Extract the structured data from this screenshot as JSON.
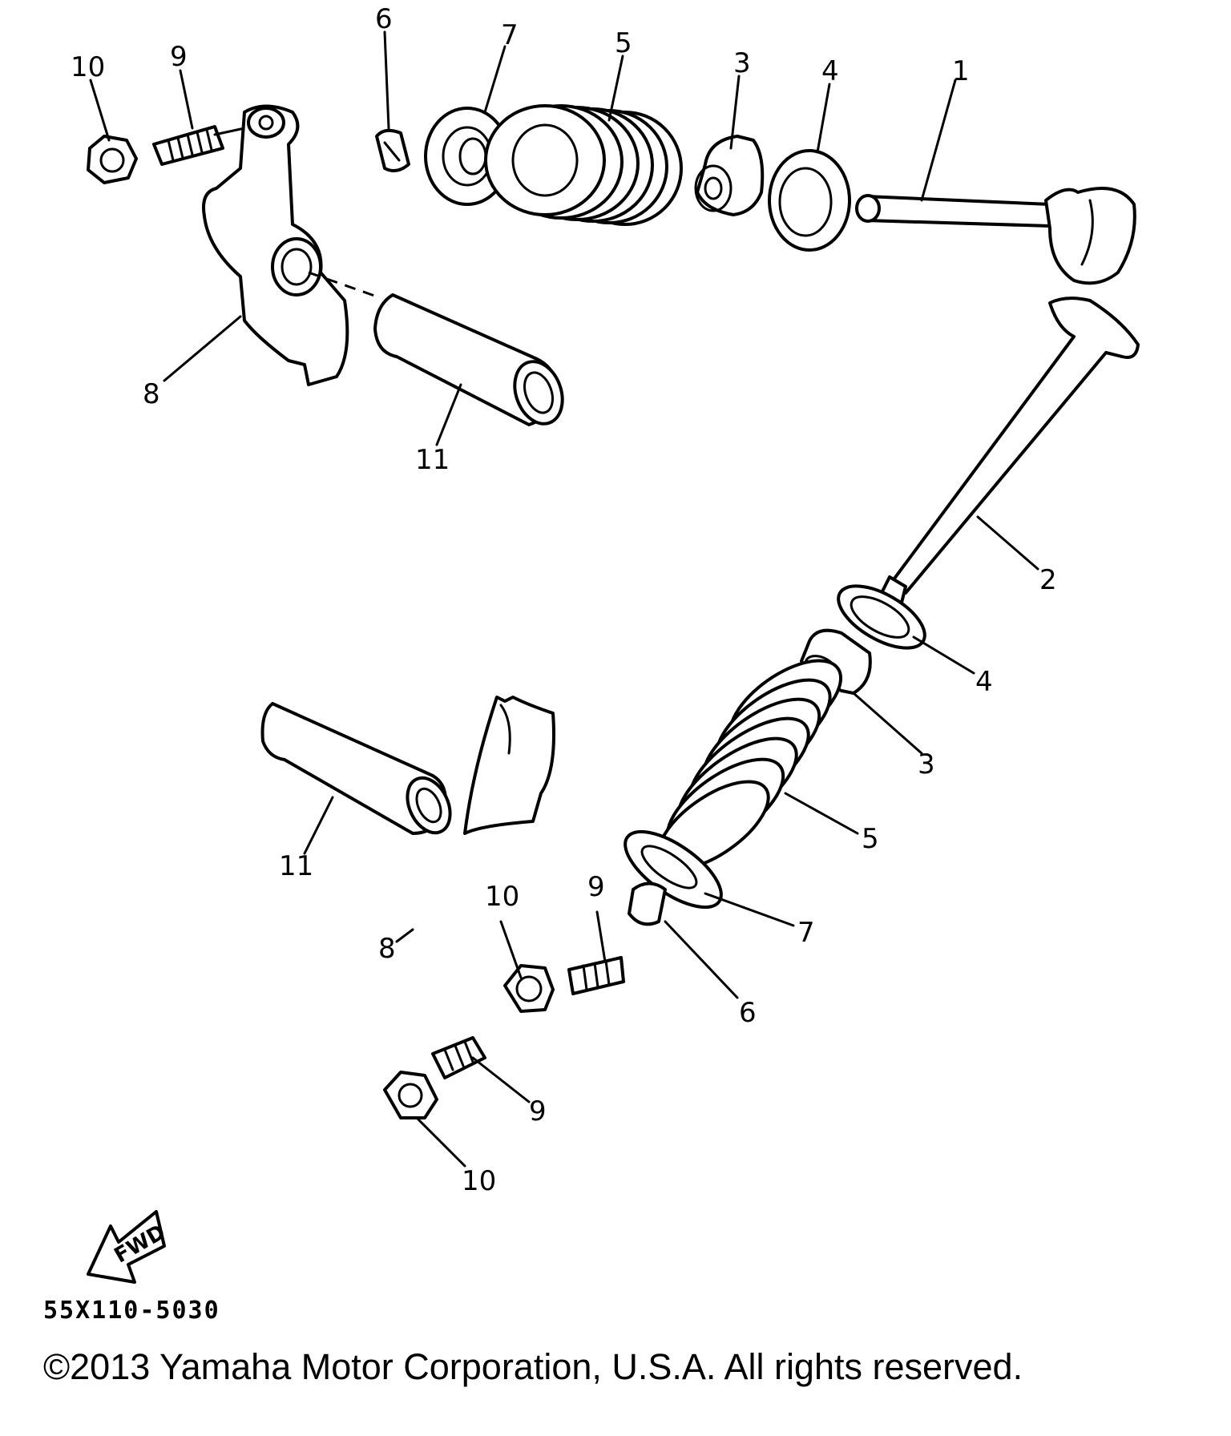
{
  "diagram": {
    "callouts": [
      {
        "id": "c1",
        "text": "10"
      },
      {
        "id": "c2",
        "text": "9"
      },
      {
        "id": "c3",
        "text": "6"
      },
      {
        "id": "c4",
        "text": "7"
      },
      {
        "id": "c5",
        "text": "5"
      },
      {
        "id": "c6",
        "text": "3"
      },
      {
        "id": "c7",
        "text": "4"
      },
      {
        "id": "c8",
        "text": "1"
      },
      {
        "id": "c9",
        "text": "8"
      },
      {
        "id": "c10",
        "text": "11"
      },
      {
        "id": "c11",
        "text": "2"
      },
      {
        "id": "c12",
        "text": "4"
      },
      {
        "id": "c13",
        "text": "3"
      },
      {
        "id": "c14",
        "text": "5"
      },
      {
        "id": "c15",
        "text": "11"
      },
      {
        "id": "c16",
        "text": "10"
      },
      {
        "id": "c17",
        "text": "9"
      },
      {
        "id": "c18",
        "text": "7"
      },
      {
        "id": "c19",
        "text": "8"
      },
      {
        "id": "c20",
        "text": "6"
      },
      {
        "id": "c21",
        "text": "9"
      },
      {
        "id": "c22",
        "text": "10"
      }
    ],
    "fwd_label": "FWD",
    "drawing_code": "55X110-5030"
  },
  "footer": {
    "copyright": "©2013 Yamaha Motor Corporation, U.S.A. All rights reserved."
  }
}
